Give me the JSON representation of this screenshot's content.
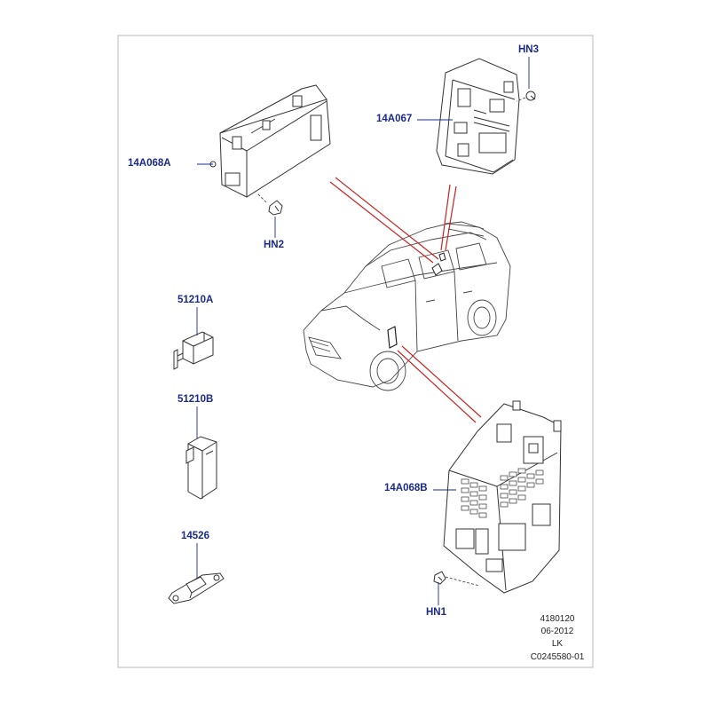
{
  "callouts": {
    "hn3": "HN3",
    "p14a067": "14A067",
    "p14a068a": "14A068A",
    "hn2": "HN2",
    "p51210a": "51210A",
    "p51210b": "51210B",
    "p14526": "14526",
    "p14a068b": "14A068B",
    "hn1": "HN1"
  },
  "meta": {
    "code": "4180120",
    "date": "06-2012",
    "author": "LK",
    "ref": "C0245580-01"
  },
  "colors": {
    "callout_text": "#1a2a8c",
    "leader_line": "#1a2a8c",
    "locator_line": "#cc2222",
    "outline": "#333333",
    "frame": "#bbbbbb"
  }
}
